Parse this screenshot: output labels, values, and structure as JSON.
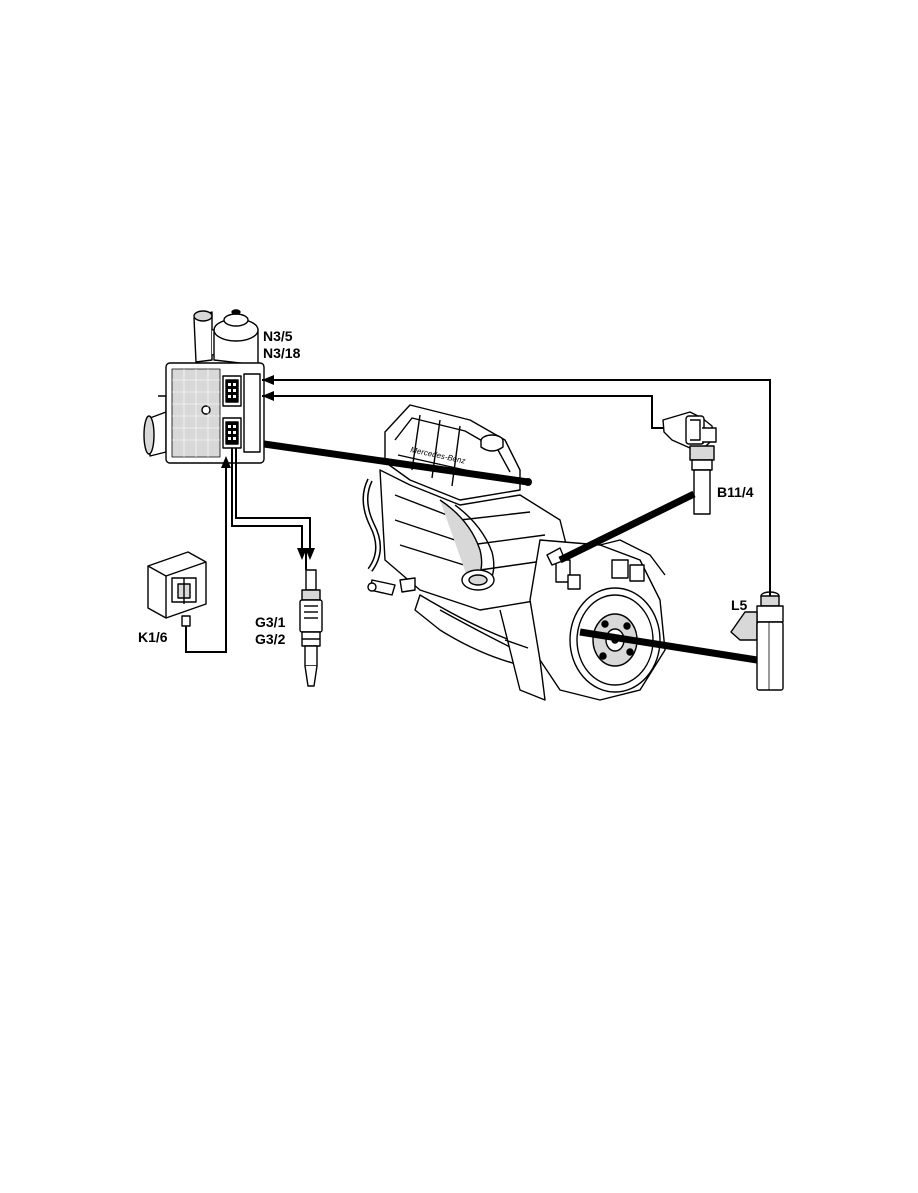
{
  "diagram": {
    "components": [
      {
        "id": "n3",
        "labels": [
          "N3/5",
          "N3/18"
        ]
      },
      {
        "id": "b11",
        "labels": [
          "B11/4"
        ]
      },
      {
        "id": "l5",
        "labels": [
          "L5"
        ]
      },
      {
        "id": "k1",
        "labels": [
          "K1/6"
        ]
      },
      {
        "id": "g3",
        "labels": [
          "G3/1",
          "G3/2"
        ]
      }
    ],
    "engine_badge": "Mercedes-Benz",
    "colors": {
      "line": "#000000",
      "fill_light": "#ffffff",
      "fill_shade": "#d8d8d8"
    }
  }
}
